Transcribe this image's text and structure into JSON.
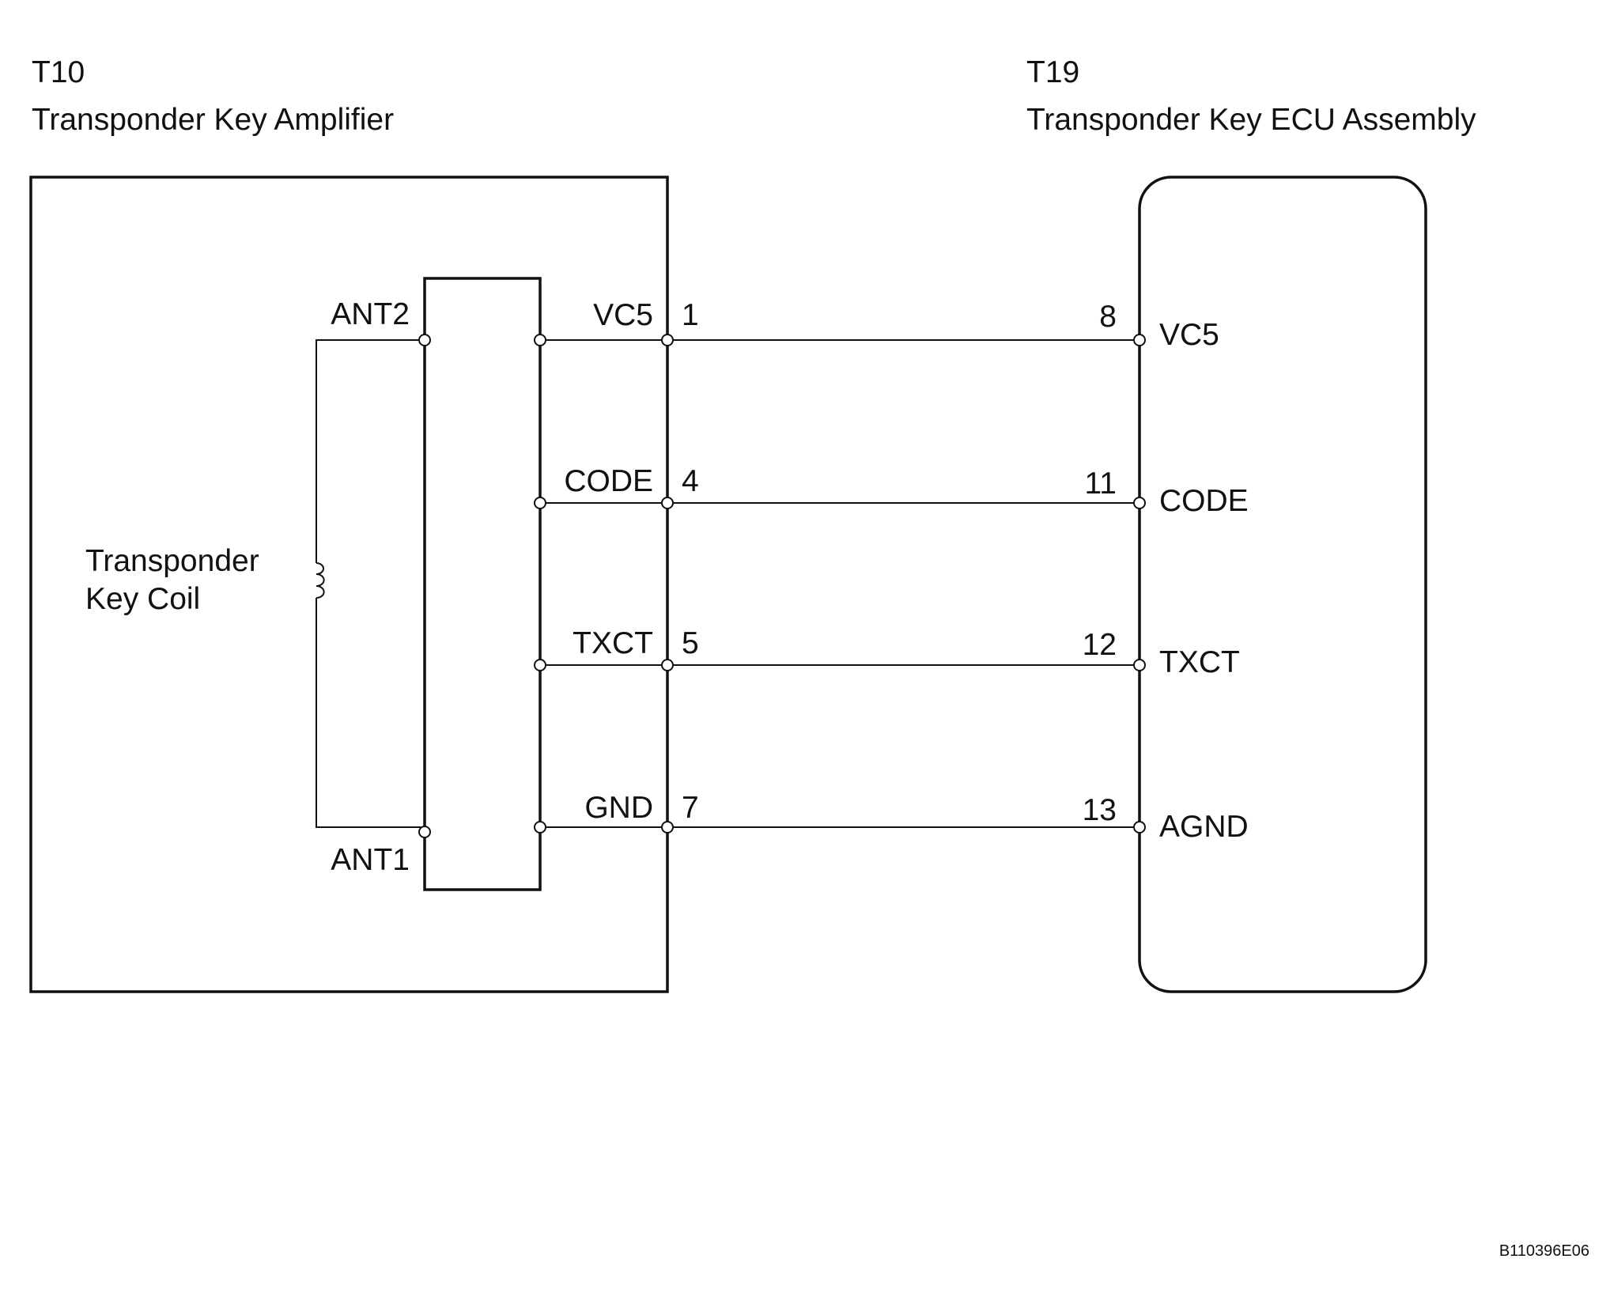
{
  "left_component": {
    "code": "T10",
    "name": "Transponder Key Amplifier",
    "coil_label_line1": "Transponder",
    "coil_label_line2": "Key Coil",
    "antenna_top": "ANT2",
    "antenna_bottom": "ANT1"
  },
  "right_component": {
    "code": "T19",
    "name": "Transponder Key ECU Assembly"
  },
  "connections": [
    {
      "left_signal": "VC5",
      "left_pin": "1",
      "right_pin": "8",
      "right_signal": "VC5"
    },
    {
      "left_signal": "CODE",
      "left_pin": "4",
      "right_pin": "11",
      "right_signal": "CODE"
    },
    {
      "left_signal": "TXCT",
      "left_pin": "5",
      "right_pin": "12",
      "right_signal": "TXCT"
    },
    {
      "left_signal": "GND",
      "left_pin": "7",
      "right_pin": "13",
      "right_signal": "AGND"
    }
  ],
  "figure_code": "B110396E06"
}
